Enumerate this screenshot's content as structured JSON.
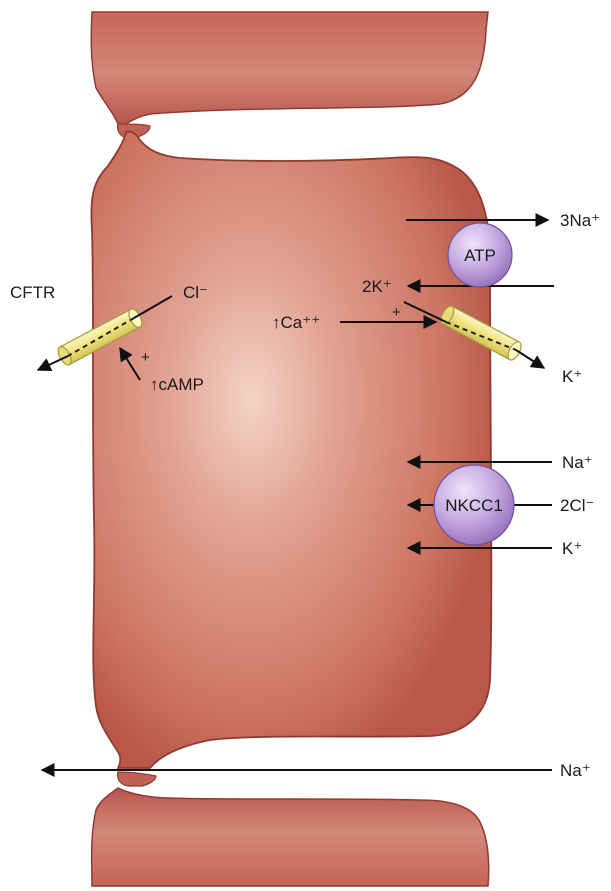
{
  "labels": {
    "cftr": "CFTR",
    "cl_minus": "Cl⁻",
    "camp": "↑cAMP",
    "camp_plus": "+",
    "ca": "↑Ca⁺⁺",
    "ca_plus": "+",
    "atp": "ATP",
    "na3": "3Na⁺",
    "k2": "2K⁺",
    "k_out": "K⁺",
    "na_nkcc": "Na⁺",
    "nkcc1": "NKCC1",
    "cl2": "2Cl⁻",
    "k_nkcc": "K⁺",
    "na_para": "Na⁺"
  },
  "colors": {
    "cell": "#c8695d",
    "cell_light": "#f0c9bd",
    "cell_edge": "#8f3a30",
    "channel": "#f2ea8c",
    "channel_edge": "#a39a3a",
    "pump": "#b89bd6",
    "pump_edge": "#6e4f96"
  }
}
